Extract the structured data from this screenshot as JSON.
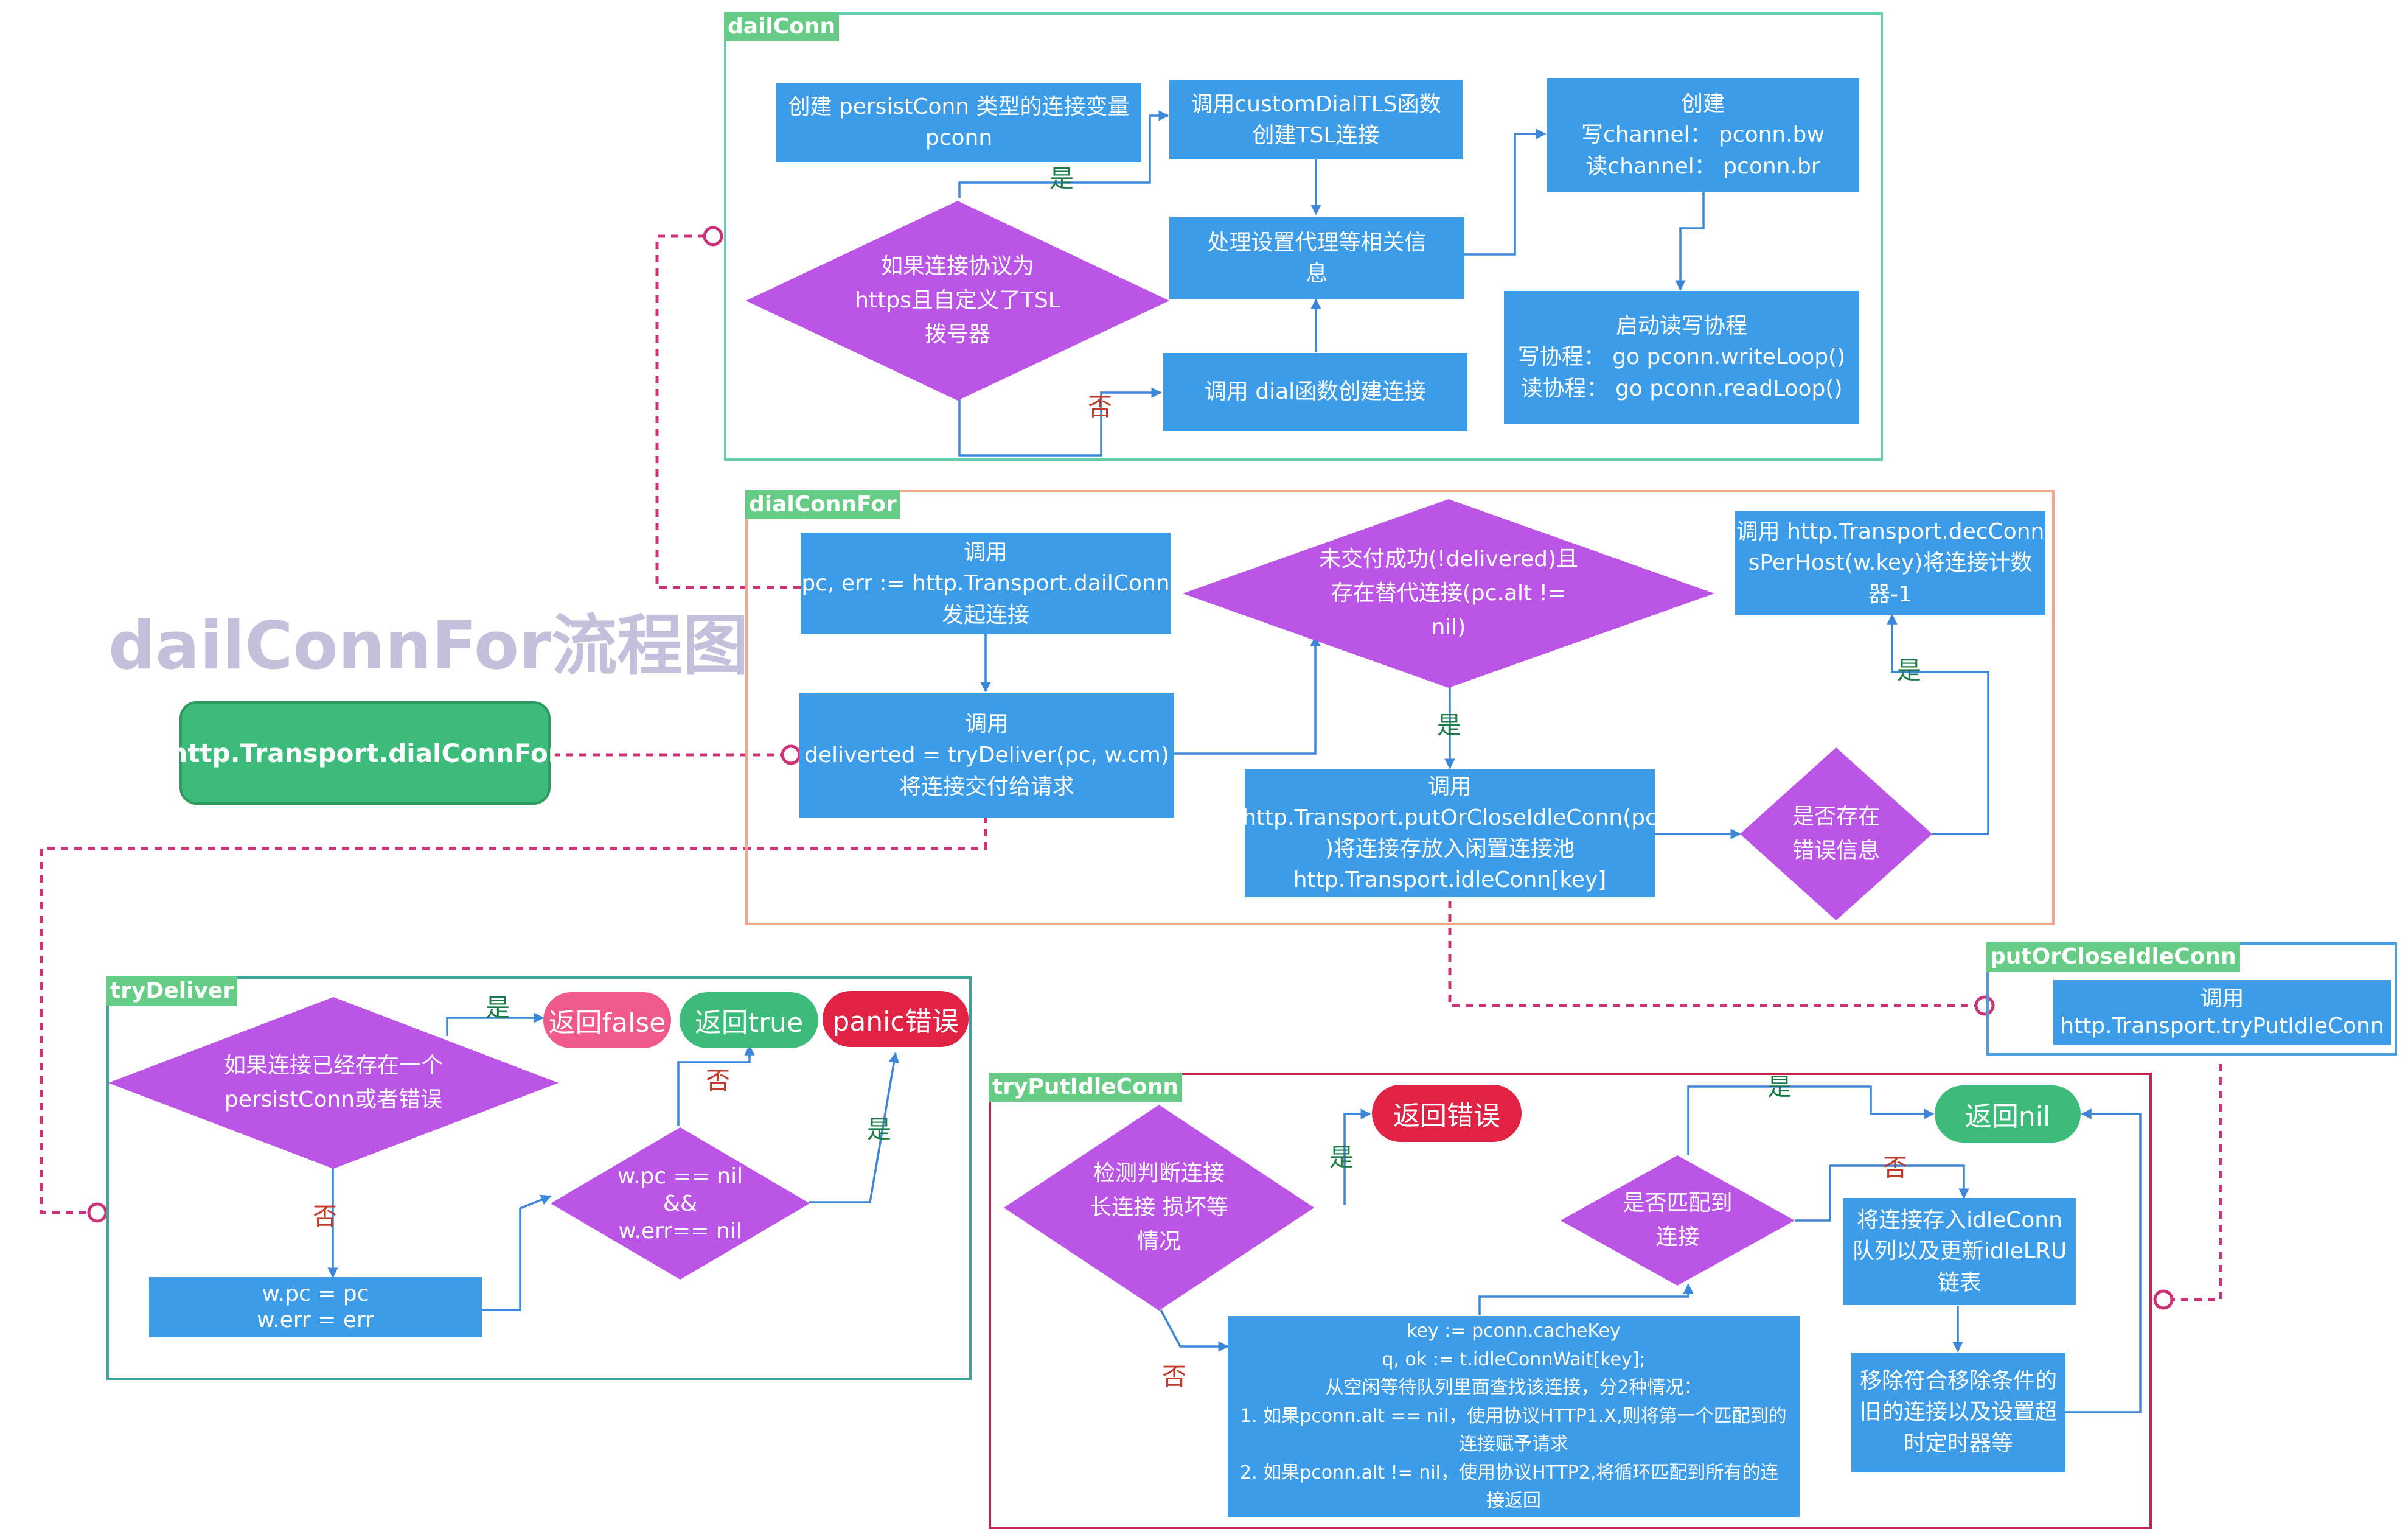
{
  "title": "dailConnFor流程图",
  "start_node": "http.Transport.dialConnFor",
  "colors": {
    "box": "#3d9ce8",
    "diamond": "#bb55e6",
    "group_teal": "#66cdb0",
    "group_orange": "#f4a487",
    "group_blue": "#4a9ee0",
    "group_crimson": "#c2264f",
    "connector": "#cc3377",
    "arrow": "#3d86d8"
  },
  "groups": {
    "dailConn": {
      "title": "dailConn",
      "create_pconn": [
        "创建 persistConn 类型的连接变量",
        "pconn"
      ],
      "check_https": [
        "如果连接协议为",
        "https且自定义了TSL",
        "拨号器"
      ],
      "custom_dial_tls": [
        "调用customDialTLS函数",
        "创建TSL连接"
      ],
      "proxy": [
        "处理设置代理等相关信",
        "息"
      ],
      "dial": "调用 dial函数创建连接",
      "channels": [
        "创建",
        "写channel：  pconn.bw",
        "读channel：  pconn.br"
      ],
      "loops": [
        "启动读写协程",
        "写协程：  go pconn.writeLoop()",
        "读协程：  go pconn.readLoop()"
      ],
      "yes": "是",
      "no": "否"
    },
    "dialConnFor": {
      "title": "dialConnFor",
      "call_dial": [
        "调用",
        "pc, err := http.Transport.dailConn",
        "发起连接"
      ],
      "try_deliver": [
        "调用",
        "deliverted = tryDeliver(pc, w.cm)",
        "将连接交付给请求"
      ],
      "check_alt": [
        "未交付成功(!delivered)且",
        "存在替代连接(pc.alt !=",
        "nil)"
      ],
      "put_idle": [
        "调用",
        "http.Transport.putOrCloseIdleConn(pc",
        ")将连接存放入闲置连接池",
        "http.Transport.idleConn[key]"
      ],
      "check_err": [
        "是否存在",
        "错误信息"
      ],
      "dec_conns": [
        "调用 http.Transport.decConn",
        "sPerHost(w.key)将连接计数",
        "器-1"
      ],
      "yes_alt": "是",
      "yes_err": "是"
    },
    "tryDeliver": {
      "title": "tryDeliver",
      "check_exist": [
        "如果连接已经存在一个",
        "persistConn或者错误"
      ],
      "assign": [
        "w.pc = pc",
        "w.err = err"
      ],
      "check_nil": [
        "w.pc == nil",
        "&&",
        "w.err== nil"
      ],
      "return_false": "返回false",
      "return_true": "返回true",
      "panic": "panic错误",
      "yes_exist": "是",
      "no_exist": "否",
      "no_nil": "否",
      "yes_nil": "是"
    },
    "putOrCloseIdleConn": {
      "title": "putOrCloseIdleConn",
      "call": [
        "调用",
        "http.Transport.tryPutIdleConn"
      ]
    },
    "tryPutIdleConn": {
      "title": "tryPutIdleConn",
      "check_broken": [
        "检测判断连接",
        "长连接 损坏等",
        "情况"
      ],
      "return_error": "返回错误",
      "wait_queue": [
        "key := pconn.cacheKey",
        "q, ok := t.idleConnWait[key];",
        "从空闲等待队列里面查找该连接，分2种情况：",
        "1.  如果pconn.alt == nil，使用协议HTTP1.X,则将第一个匹配到的",
        "连接赋予请求",
        "2.  如果pconn.alt != nil，使用协议HTTP2,将循环匹配到所有的连",
        "接返回"
      ],
      "check_match": [
        "是否匹配到",
        "连接"
      ],
      "return_nil": "返回nil",
      "store_idle": [
        "将连接存入idleConn",
        "队列以及更新idleLRU",
        "链表"
      ],
      "remove_old": [
        "移除符合移除条件的",
        "旧的连接以及设置超",
        "时定时器等"
      ],
      "yes_broken": "是",
      "no_broken": "否",
      "yes_match": "是",
      "no_match": "否"
    }
  }
}
